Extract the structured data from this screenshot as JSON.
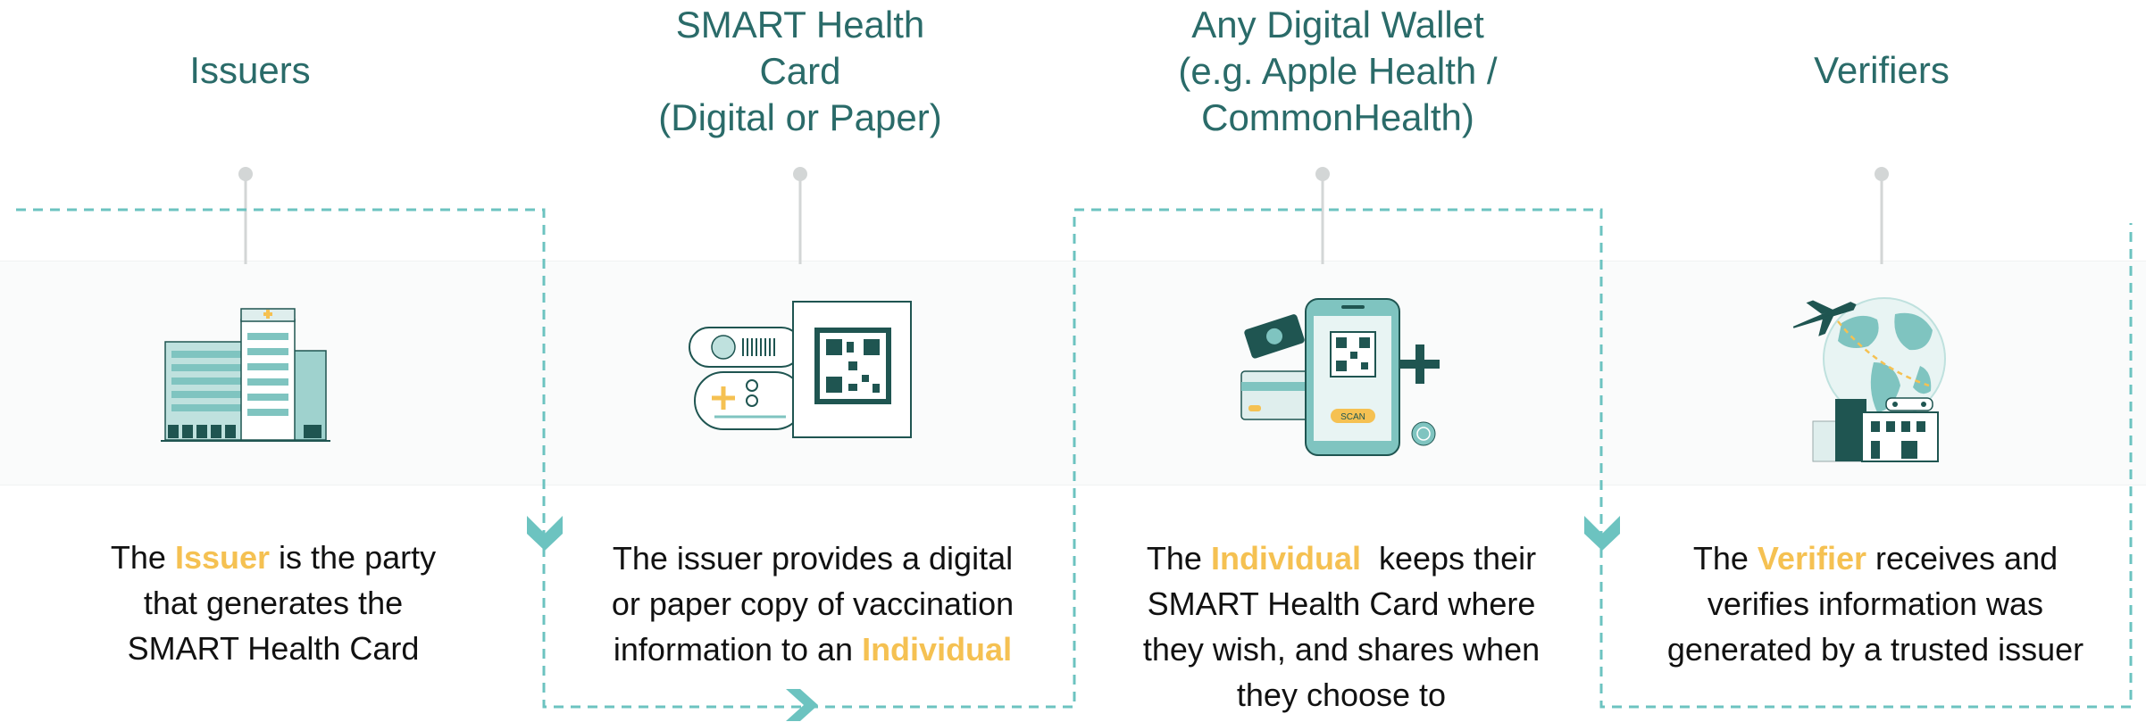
{
  "colors": {
    "title": "#2a6b69",
    "highlight": "#f5c152",
    "dashed_path": "#6cc3c0",
    "teal": "#7fc4c0",
    "dark_teal": "#1f5551"
  },
  "columns": [
    {
      "title_lines": [
        "Issuers"
      ],
      "icon": "hospital-building-icon",
      "desc": {
        "before": "The ",
        "highlight": "Issuer",
        "after_lines": [
          " is the party",
          "that generates the",
          "SMART Health Card"
        ]
      }
    },
    {
      "title_lines": [
        "SMART Health",
        "Card",
        "(Digital or Paper)"
      ],
      "icon": "health-card-qr-icon",
      "desc": {
        "lines": [
          "The issuer provides a digital",
          "or paper copy of vaccination"
        ],
        "last_before": "information to an ",
        "highlight": "Individual"
      }
    },
    {
      "title_lines": [
        "Any Digital Wallet",
        "(e.g. Apple Health /",
        "CommonHealth)"
      ],
      "icon": "phone-wallet-icon",
      "scan_label": "SCAN",
      "desc": {
        "before": "The ",
        "highlight": "Individual",
        "after_lines": [
          "  keeps their",
          "SMART Health Card where",
          "they wish, and shares when",
          "they choose to"
        ]
      }
    },
    {
      "title_lines": [
        "Verifiers"
      ],
      "icon": "globe-travel-icon",
      "desc": {
        "before": "The ",
        "highlight": "Verifier",
        "after_lines": [
          " receives and",
          "verifies information was",
          "generated by a trusted issuer"
        ]
      }
    }
  ]
}
